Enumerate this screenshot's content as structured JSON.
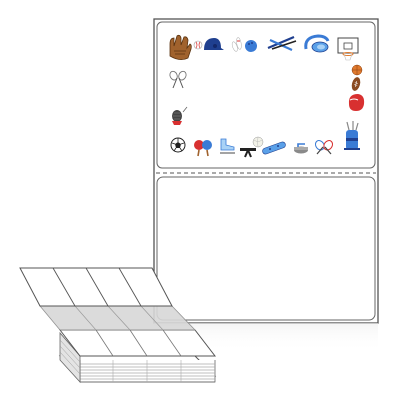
{
  "product": {
    "kind": "fanfold-label-sheet",
    "labels_per_sheet": 2,
    "top_label_design": "sports-equipment-border",
    "bottom_label_design": "blank",
    "stack_folds_visible": 7
  },
  "border_icons": [
    "baseball-glove-icon",
    "baseball-icon",
    "batting-helmet-icon",
    "bowling-pins-icon",
    "bowling-ball-icon",
    "hockey-sticks-icon",
    "swim-goggles-icon",
    "basketball-hoop-icon",
    "basketball-icon",
    "football-icon",
    "boxing-glove-icon",
    "golf-bag-icon",
    "tennis-rackets-icon",
    "curling-stone-icon",
    "snowboard-icon",
    "karate-belt-icon",
    "volleyball-icon",
    "ice-skate-icon",
    "ping-pong-paddles-icon",
    "soccer-ball-icon",
    "fencing-mask-icon",
    "badminton-rackets-icon"
  ],
  "colors": {
    "label_outline": "#555555",
    "perforation": "#777777",
    "icon_blue": "#3a7bd5",
    "icon_dark_blue": "#1f3f8f",
    "icon_brown": "#a0622d",
    "icon_orange": "#e07a2e",
    "icon_red": "#d83030",
    "icon_grey": "#8a8a8a"
  }
}
